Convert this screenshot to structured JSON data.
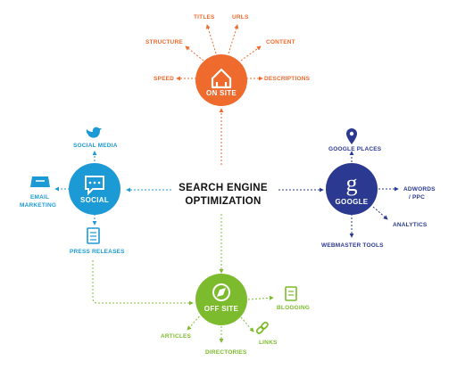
{
  "center": {
    "line1": "SEARCH ENGINE",
    "line2": "OPTIMIZATION"
  },
  "colors": {
    "orange": "#ef6a2d",
    "blue": "#1c9ad6",
    "navy": "#2b3990",
    "green": "#7dbb2e"
  },
  "on_site": {
    "label": "ON SITE",
    "icon": "house-icon",
    "items": [
      "TITLES",
      "URLS",
      "STRUCTURE",
      "CONTENT",
      "SPEED",
      "DESCRIPTIONS"
    ]
  },
  "social": {
    "label": "SOCIAL",
    "icon": "chat-bubble-icon",
    "items": [
      "SOCIAL MEDIA",
      "EMAIL",
      "MARKETING",
      "PRESS RELEASES"
    ],
    "item_icons": [
      "twitter-bird-icon",
      "inbox-tray-icon",
      "document-icon"
    ]
  },
  "google": {
    "label": "GOOGLE",
    "letter": "g",
    "icon": "google-g-icon",
    "items": [
      "GOOGLE PLACES",
      "ADWORDS",
      "/ PPC",
      "ANALYTICS",
      "WEBMASTER TOOLS"
    ],
    "item_icons": [
      "map-pin-icon"
    ]
  },
  "off_site": {
    "label": "OFF SITE",
    "icon": "compass-icon",
    "items": [
      "BLOGGING",
      "ARTICLES",
      "LINKS",
      "DIRECTORIES"
    ],
    "item_icons": [
      "blog-document-icon",
      "link-chain-icon"
    ]
  }
}
